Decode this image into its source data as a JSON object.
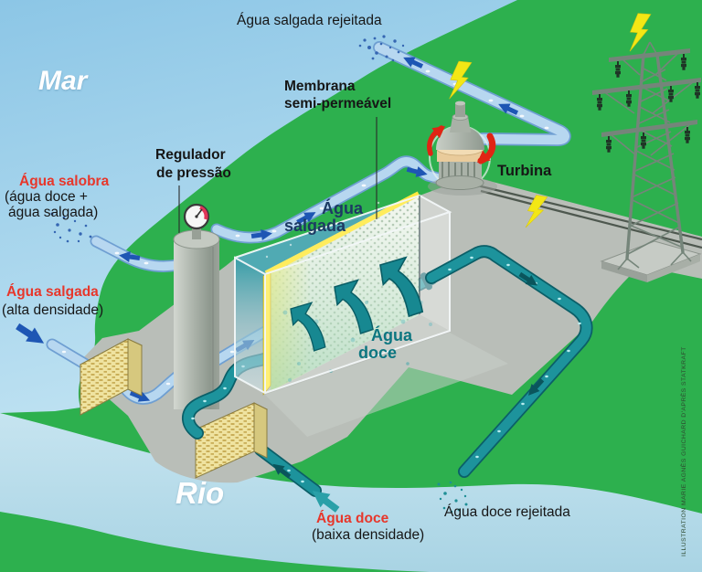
{
  "title": "Osmotic power plant diagram (salinity gradient energy)",
  "labels": {
    "mar": "Mar",
    "rio": "Rio",
    "rejected_salt": "Água salgada rejeitada",
    "membrane_l1": "Membrana",
    "membrane_l2": "semi-permeável",
    "regulator_l1": "Regulador",
    "regulator_l2": "de pressão",
    "turbina": "Turbina",
    "brackish_title": "Água salobra",
    "brackish_sub1": "(água doce +",
    "brackish_sub2": "água salgada)",
    "salt_in_title": "Água salgada",
    "salt_in_sub": "(alta densidade)",
    "fresh_in_title": "Água doce",
    "fresh_in_sub": "(baixa densidade)",
    "rejected_fresh": "Água doce rejeitada",
    "tank_salt_l1": "Água",
    "tank_salt_l2": "salgada",
    "tank_fresh_l1": "Água",
    "tank_fresh_l2": "doce",
    "credit": "ILLUSTRATION MARIE AGNÈS GUICHARD D'APRÈS STATKRAFT"
  },
  "colors": {
    "sea": "#9fcfe9",
    "land_green": "#2db04e",
    "river": "#b9dcec",
    "platform_gray": "#b9beb8",
    "pipe_saltwater": "#b7d7f0",
    "pipe_freshwater": "#1d939c",
    "membrane_yellow": "#ffe93e",
    "filter_yellow": "#efe3a0",
    "arrow_blue": "#1e56b4",
    "arrow_red": "#e02414",
    "lightning_yellow": "#f3e715",
    "label_red": "#e7372b",
    "label_navy": "#1d3a63",
    "label_teal": "#0d7680"
  },
  "icons": {
    "lightning": "energy-flash",
    "gauge": "pressure-gauge",
    "pylon": "transmission-tower"
  }
}
